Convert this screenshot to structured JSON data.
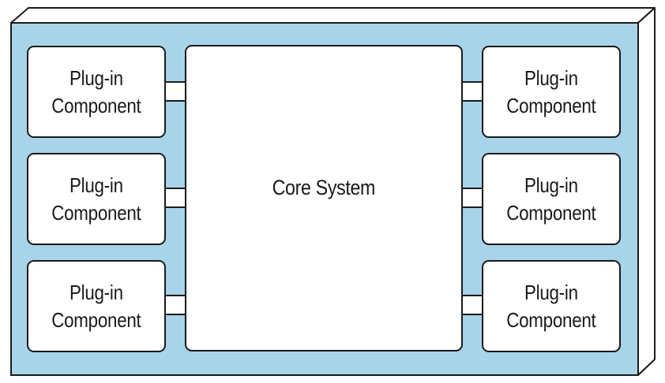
{
  "colors": {
    "panel_fill": "#a8d4ea",
    "panel_side": "#ffffff",
    "stroke": "#1a1a1a",
    "box_fill": "#ffffff"
  },
  "core": {
    "label": "Core System"
  },
  "plugins": [
    {
      "line1": "Plug-in",
      "line2": "Component"
    },
    {
      "line1": "Plug-in",
      "line2": "Component"
    },
    {
      "line1": "Plug-in",
      "line2": "Component"
    },
    {
      "line1": "Plug-in",
      "line2": "Component"
    },
    {
      "line1": "Plug-in",
      "line2": "Component"
    },
    {
      "line1": "Plug-in",
      "line2": "Component"
    }
  ]
}
